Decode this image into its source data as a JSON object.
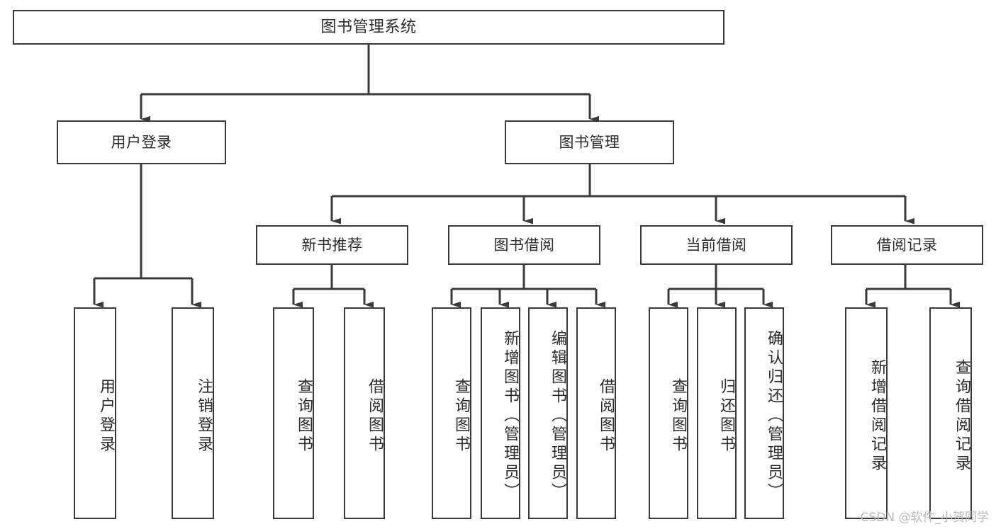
{
  "diagram": {
    "type": "tree",
    "title": "图书管理系统",
    "watermark": "CSDN @软件_小贺同学",
    "colors": {
      "background": "#ffffff",
      "stroke": "#3a3a3a",
      "text": "#2b2b2b",
      "watermark": "#b9b9b9"
    },
    "root": {
      "label": "图书管理系统"
    },
    "level2": [
      {
        "label": "用户登录"
      },
      {
        "label": "图书管理"
      }
    ],
    "level3": [
      {
        "label": "新书推荐"
      },
      {
        "label": "图书借阅"
      },
      {
        "label": "当前借阅"
      },
      {
        "label": "借阅记录"
      }
    ],
    "leaves": [
      {
        "label": "用户登录",
        "parent": "用户登录"
      },
      {
        "label": "注销登录",
        "parent": "用户登录"
      },
      {
        "label": "查询图书",
        "parent": "新书推荐"
      },
      {
        "label": "借阅图书",
        "parent": "新书推荐"
      },
      {
        "label": "查询图书",
        "parent": "图书借阅"
      },
      {
        "label": "新增图书（管理员）",
        "parent": "图书借阅"
      },
      {
        "label": "编辑图书（管理员）",
        "parent": "图书借阅"
      },
      {
        "label": "借阅图书",
        "parent": "图书借阅"
      },
      {
        "label": "查询图书",
        "parent": "当前借阅"
      },
      {
        "label": "归还图书",
        "parent": "当前借阅"
      },
      {
        "label": "确认归还（管理员）",
        "parent": "当前借阅"
      },
      {
        "label": "新增借阅记录",
        "parent": "借阅记录"
      },
      {
        "label": "查询借阅记录",
        "parent": "借阅记录"
      }
    ]
  }
}
